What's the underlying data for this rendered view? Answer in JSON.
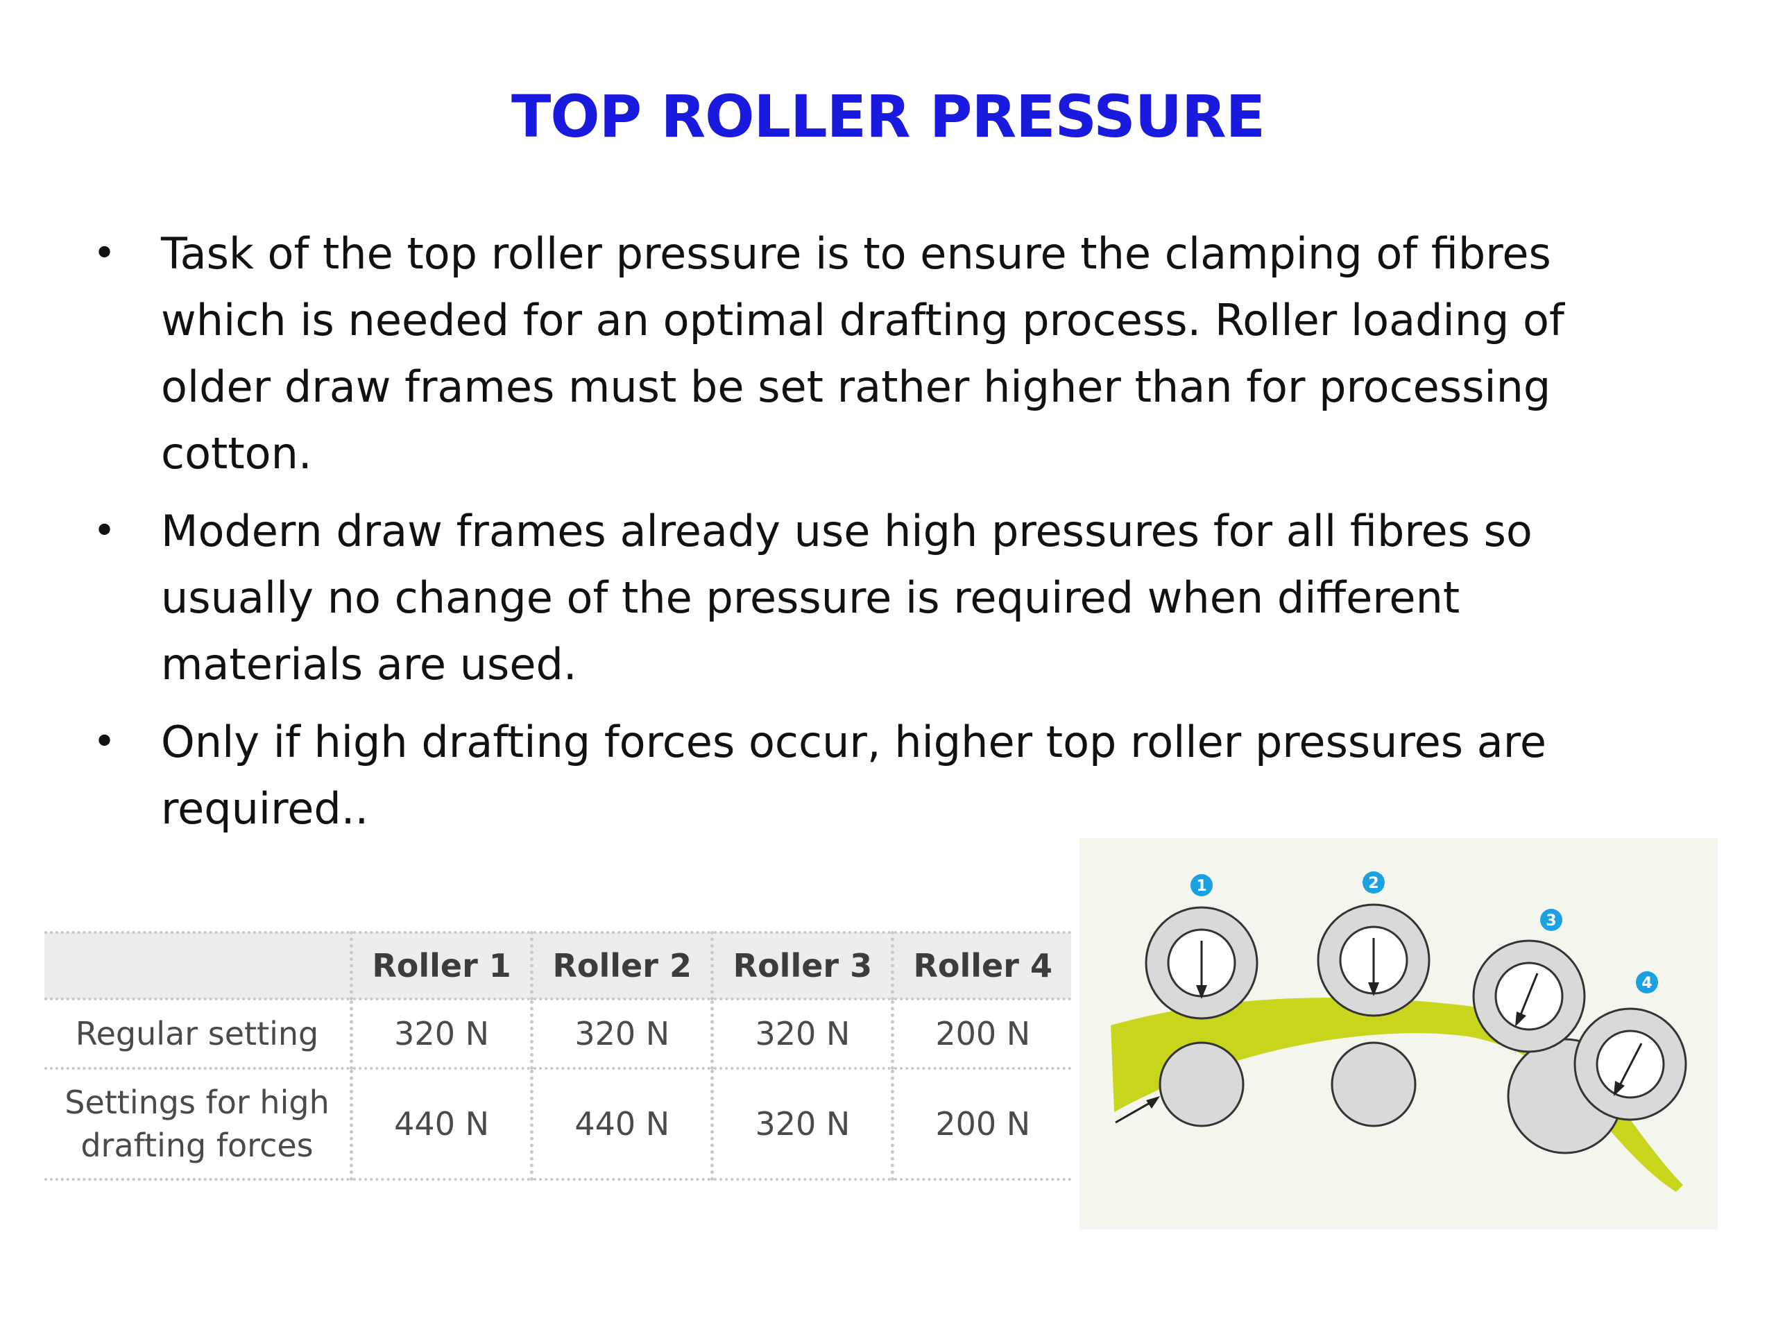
{
  "slide": {
    "title": "TOP ROLLER PRESSURE",
    "bullet_glyph": "•",
    "bullets": [
      "Task of the top roller pressure is to ensure the clamping of  fibres which is needed for an optimal drafting process. Roller loading of older draw frames must be set rather higher than for processing cotton.",
      "Modern draw frames already use high pressures for all fibres so usually no change of the pressure is required when different materials are used.",
      "Only if high drafting forces occur, higher top roller pressures are required.."
    ]
  },
  "table": {
    "columns": [
      "",
      "Roller 1",
      "Roller 2",
      "Roller 3",
      "Roller 4"
    ],
    "rows": [
      {
        "label": "Regular setting",
        "values": [
          "320 N",
          "320 N",
          "320 N",
          "200 N"
        ]
      },
      {
        "label": "Settings for high drafting forces",
        "values": [
          "440 N",
          "440 N",
          "320 N",
          "200 N"
        ]
      }
    ]
  },
  "diagram": {
    "badges": [
      "1",
      "2",
      "3",
      "4"
    ],
    "colors": {
      "fibre": "#c9d41d",
      "badge": "#1ba0e2",
      "roller_fill": "#d9d9d9",
      "roller_stroke": "#333333",
      "background": "#f4f5ec"
    }
  }
}
